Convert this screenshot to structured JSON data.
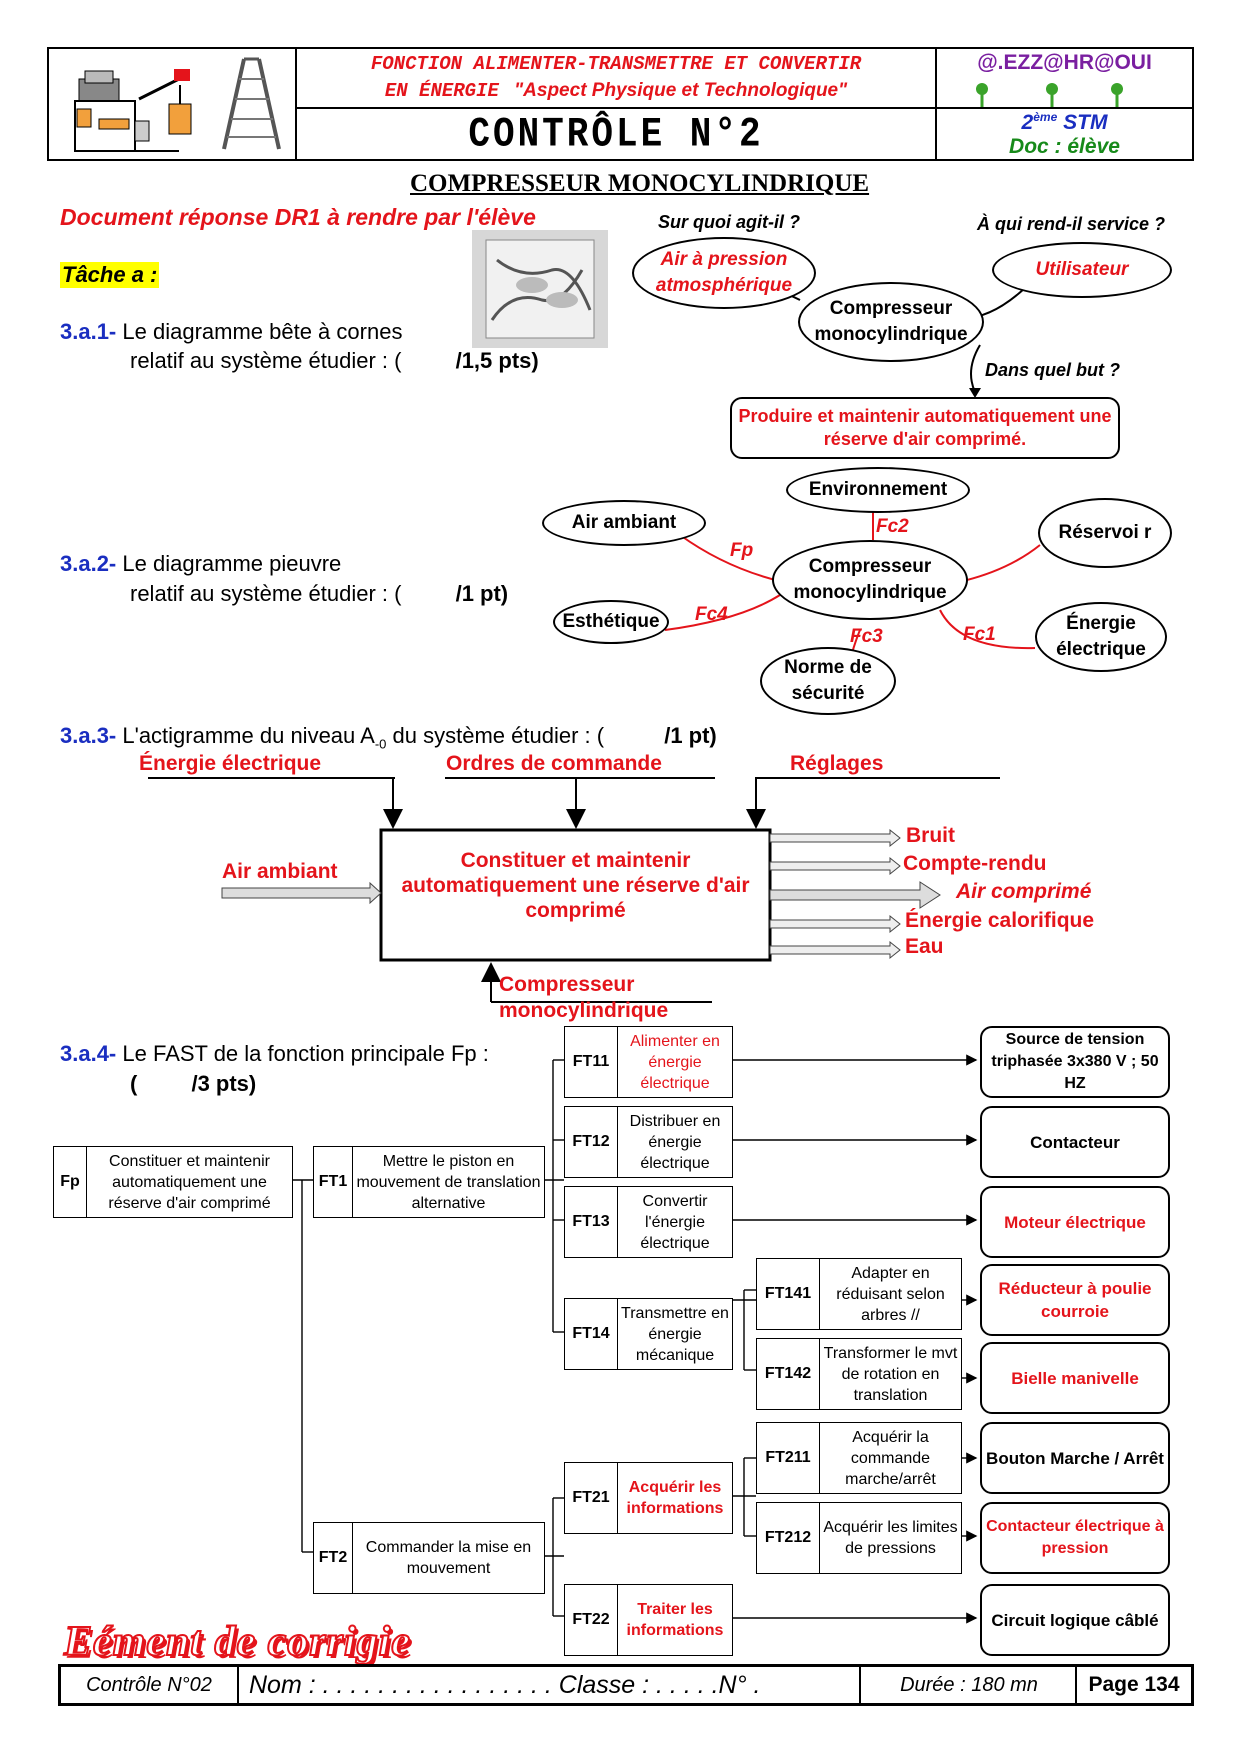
{
  "header": {
    "title_line1": "FONCTION ALIMENTER-TRANSMETTRE ET CONVERTIR",
    "title_line2_a": "EN ÉNERGIE",
    "title_line2_b": "\"Aspect Physique et Technologique\"",
    "controle": "CONTRÔLE N°2",
    "author": "@.EZZ@HR@OUI",
    "level_num": "2",
    "level_sup": "ème",
    "level_txt": "STM",
    "doc": "Doc : élève"
  },
  "main_title": "COMPRESSEUR MONOCYLINDRIQUE",
  "doc_response": "Document réponse DR1 à rendre par l'élève",
  "task_label": "Tâche a :",
  "q1": {
    "num": "3.a.1-",
    "line1": "Le diagramme bête à cornes",
    "line2": "relatif au système étudier : (",
    "pts": "/1,5 pts)"
  },
  "q2": {
    "num": "3.a.2-",
    "line1": "Le diagramme pieuvre",
    "line2": "relatif au système étudier : (",
    "pts": "/1 pt)"
  },
  "q3": {
    "num": "3.a.3-",
    "text": "L'actigramme du niveau A",
    "sub": "-0",
    "text2": "du système étudier : (",
    "pts": "/1 pt)"
  },
  "q4": {
    "num": "3.a.4-",
    "text": "Le FAST de la fonction principale Fp :",
    "open": "(",
    "pts": "/3 pts)"
  },
  "bete": {
    "q_agit": "Sur quoi agit-il ?",
    "q_service": "À qui rend-il service ?",
    "q_but": "Dans quel but ?",
    "agit": "Air à pression atmosphérique",
    "service": "Utilisateur",
    "system": "Compresseur monocylindrique",
    "but": "Produire et maintenir automatiquement une réserve d'air comprimé."
  },
  "pieuvre": {
    "center": "Compresseur monocylindrique",
    "env": "Environnement",
    "air": "Air ambiant",
    "reservoir": "Réservoi r",
    "esthetique": "Esthétique",
    "norme": "Norme de sécurité",
    "energie": "Énergie électrique",
    "fp": "Fp",
    "fc1": "Fc1",
    "fc2": "Fc2",
    "fc3": "Fc3",
    "fc4": "Fc4"
  },
  "actigramme": {
    "in_top": [
      "Énergie électrique",
      "Ordres de commande",
      "Réglages"
    ],
    "in_left": "Air ambiant",
    "function": "Constituer et maintenir automatiquement une réserve d'air comprimé",
    "outputs": [
      "Bruit",
      "Compte-rendu",
      "Air comprimé",
      "Énergie calorifique",
      "Eau"
    ],
    "support": "Compresseur monocylindrique"
  },
  "fast": {
    "fp": {
      "code": "Fp",
      "text": "Constituer et maintenir automatiquement une réserve d'air comprimé"
    },
    "ft1": {
      "code": "FT1",
      "text": "Mettre le piston en mouvement de translation alternative"
    },
    "ft2": {
      "code": "FT2",
      "text": "Commander la mise en mouvement"
    },
    "ft11": {
      "code": "FT11",
      "text": "Alimenter en énergie électrique"
    },
    "ft12": {
      "code": "FT12",
      "text": "Distribuer en énergie électrique"
    },
    "ft13": {
      "code": "FT13",
      "text": "Convertir l'énergie électrique"
    },
    "ft14": {
      "code": "FT14",
      "text": "Transmettre en énergie mécanique"
    },
    "ft141": {
      "code": "FT141",
      "text": "Adapter en réduisant selon arbres //"
    },
    "ft142": {
      "code": "FT142",
      "text": "Transformer le mvt de rotation en translation"
    },
    "ft21": {
      "code": "FT21",
      "text": "Acquérir les informations"
    },
    "ft211": {
      "code": "FT211",
      "text": "Acquérir la commande marche/arrêt"
    },
    "ft212": {
      "code": "FT212",
      "text": "Acquérir les limites de pressions"
    },
    "ft22": {
      "code": "FT22",
      "text": "Traiter les informations"
    },
    "solutions": {
      "s1": "Source de tension triphasée 3x380 V ; 50 HZ",
      "s2": "Contacteur",
      "s3": "Moteur électrique",
      "s4": "Réducteur à poulie courroie",
      "s5": "Bielle manivelle",
      "s6": "Bouton Marche / Arrêt",
      "s7": "Contacteur électrique à pression",
      "s8": "Circuit logique câblé"
    }
  },
  "watermark": "Eément de corrigie",
  "footer": {
    "controle": "Contrôle N°02",
    "nom": "Nom : . . . . . . . . . . . . . . . . . Classe : . . . . .N° .",
    "duree": "Durée : 180 mn",
    "page": "Page 134"
  },
  "colors": {
    "red": "#e4141b",
    "blue": "#1a2ec0",
    "green": "#178a1a"
  }
}
